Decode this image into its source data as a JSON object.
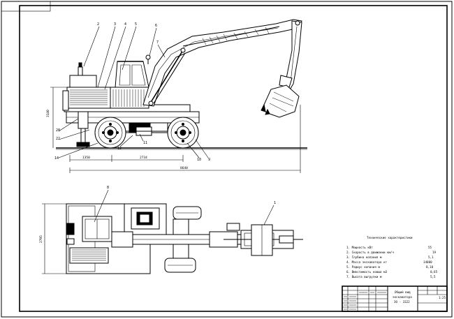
{
  "callouts_side": [
    "2",
    "3",
    "4",
    "5",
    "6",
    "7"
  ],
  "callouts_lower": [
    "28",
    "22",
    "14",
    "12",
    "11",
    "10",
    "9"
  ],
  "callout_plan_left": "8",
  "callout_plan_right": "1",
  "dim_height": "3140",
  "dim_left": "1350",
  "dim_wheelbase": "2734",
  "dim_overall": "8640",
  "dim_plan_width": "2795",
  "specs_title": "Технические характеристики",
  "specs": [
    {
      "label": "1. Мощность  кВт",
      "value": "55"
    },
    {
      "label": "2. Скорость  в  движении  км/ч",
      "value": "19"
    },
    {
      "label": "3. Глубина  копания  м",
      "value": "5,1"
    },
    {
      "label": "4. Масса  экскаватора  кг",
      "value": "14000"
    },
    {
      "label": "5. Радиус  копания  м",
      "value": "8,10"
    },
    {
      "label": "6. Вместимость  ковша  м3",
      "value": "0,65"
    },
    {
      "label": "7. Высота  выгрузки  м",
      "value": "5,5"
    }
  ],
  "stamp_title": [
    "Общий  вид",
    "экскаватора",
    "ЭО - 3322"
  ],
  "stamp_scale": "1:25"
}
